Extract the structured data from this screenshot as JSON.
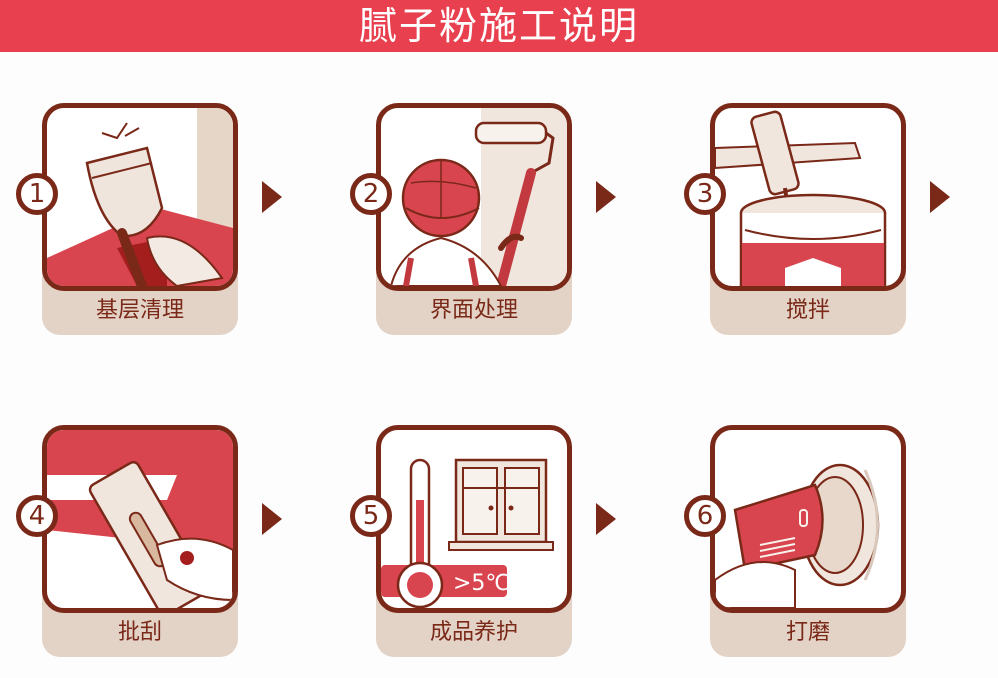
{
  "header": {
    "title": "腻子粉施工说明",
    "background": "#E8404E"
  },
  "colors": {
    "outline": "#7A2818",
    "band": "#E3D3C6",
    "accent": "#D9454F"
  },
  "steps": [
    {
      "number": "1",
      "label": "基层清理",
      "icon": "scraper-cleaning-icon"
    },
    {
      "number": "2",
      "label": "界面处理",
      "icon": "roller-painter-icon"
    },
    {
      "number": "3",
      "label": "搅拌",
      "icon": "mixer-bucket-icon"
    },
    {
      "number": "4",
      "label": "批刮",
      "icon": "trowel-spreading-icon"
    },
    {
      "number": "5",
      "label": "成品养护",
      "icon": "thermometer-window-icon",
      "badge": ">5℃"
    },
    {
      "number": "6",
      "label": "打磨",
      "icon": "sander-polishing-icon"
    }
  ]
}
